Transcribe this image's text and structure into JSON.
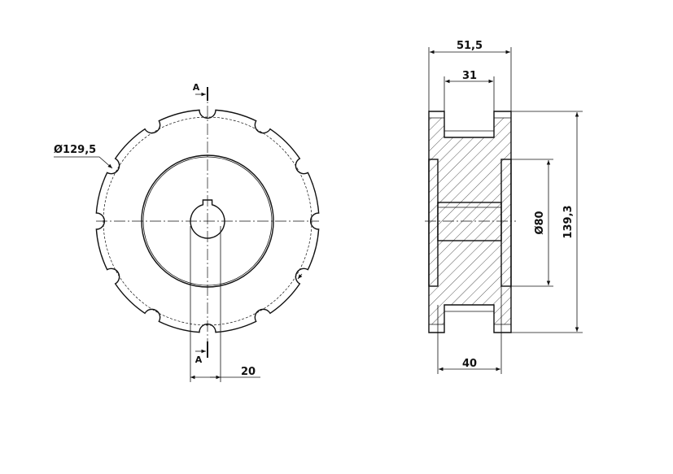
{
  "front_view": {
    "outer_diameter_label": "Ø129,5",
    "key_width_label": "20",
    "section_top_label": "A",
    "section_bottom_label": "A"
  },
  "side_view": {
    "overall_width_label": "51,5",
    "groove_width_label": "31",
    "hub_width_label": "40",
    "hub_diameter_label": "Ø80",
    "overall_height_label": "139,3"
  }
}
